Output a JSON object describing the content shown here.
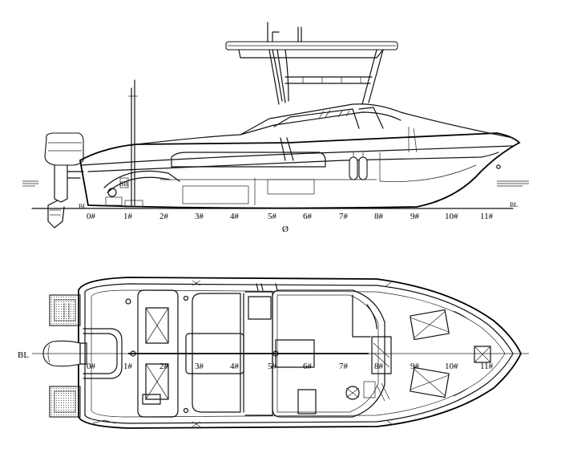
{
  "stations": [
    "0#",
    "1#",
    "2#",
    "3#",
    "4#",
    "5#",
    "6#",
    "7#",
    "8#",
    "9#",
    "10#",
    "11#"
  ],
  "side_view": {
    "baseline_label": "BL",
    "midship_symbol": "Ø",
    "screen_text": "SB"
  },
  "plan_view": {
    "baseline_label": "BL"
  }
}
